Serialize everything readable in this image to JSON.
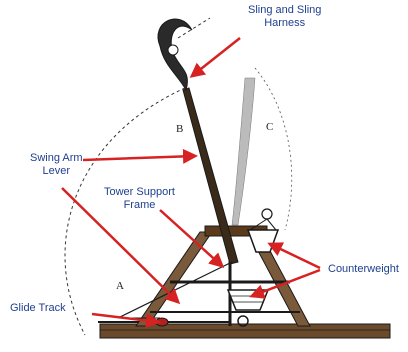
{
  "labels": {
    "sling": [
      "Sling and Sling",
      "Harness"
    ],
    "swing_arm": [
      "Swing Arm",
      "Lever"
    ],
    "tower": [
      "Tower Support",
      "Frame"
    ],
    "counterweight": "Counterweight",
    "glide_track": "Glide Track"
  },
  "letters": {
    "a": "A",
    "b": "B",
    "c": "C"
  },
  "colors": {
    "arrow": "#d62222",
    "label_text": "#1f3f8f",
    "ink": "#1a1a1a"
  }
}
